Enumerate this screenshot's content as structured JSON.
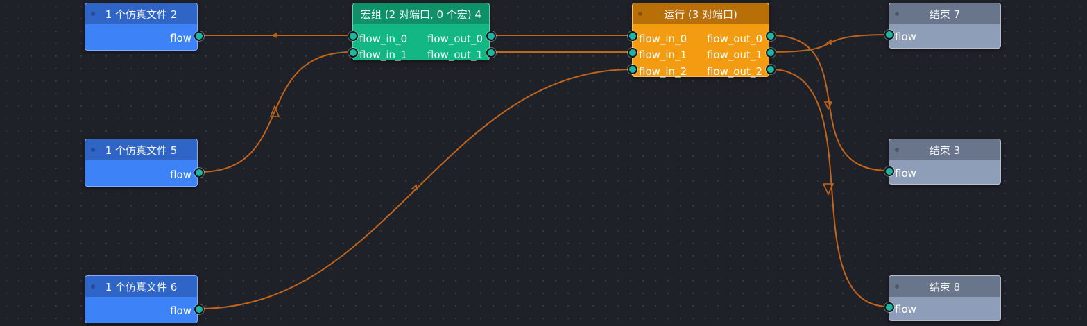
{
  "colors": {
    "wire": "#c2651c",
    "source_body": "#3e82f7",
    "source_header": "#2f65c7",
    "macro_body": "#12b783",
    "macro_header": "#0f9168",
    "run_body": "#f39c12",
    "run_header": "#b86f07",
    "end_body": "#8e9eb8",
    "end_header": "#68758a",
    "port": "#1fb5a3"
  },
  "nodes": {
    "sim2": {
      "title": "1 个仿真文件 2",
      "out": [
        "flow"
      ]
    },
    "sim5": {
      "title": "1 个仿真文件 5",
      "out": [
        "flow"
      ]
    },
    "sim6": {
      "title": "1 个仿真文件 6",
      "out": [
        "flow"
      ]
    },
    "macro4": {
      "title": "宏组 (2 对端口, 0 个宏) 4",
      "in": [
        "flow_in_0",
        "flow_in_1"
      ],
      "out": [
        "flow_out_0",
        "flow_out_1"
      ]
    },
    "run": {
      "title": "运行 (3 对端口)",
      "in": [
        "flow_in_0",
        "flow_in_1",
        "flow_in_2"
      ],
      "out": [
        "flow_out_0",
        "flow_out_1",
        "flow_out_2"
      ]
    },
    "end7": {
      "title": "结束 7",
      "in": [
        "flow"
      ]
    },
    "end3": {
      "title": "结束 3",
      "in": [
        "flow"
      ]
    },
    "end8": {
      "title": "结束 8",
      "in": [
        "flow"
      ]
    }
  }
}
